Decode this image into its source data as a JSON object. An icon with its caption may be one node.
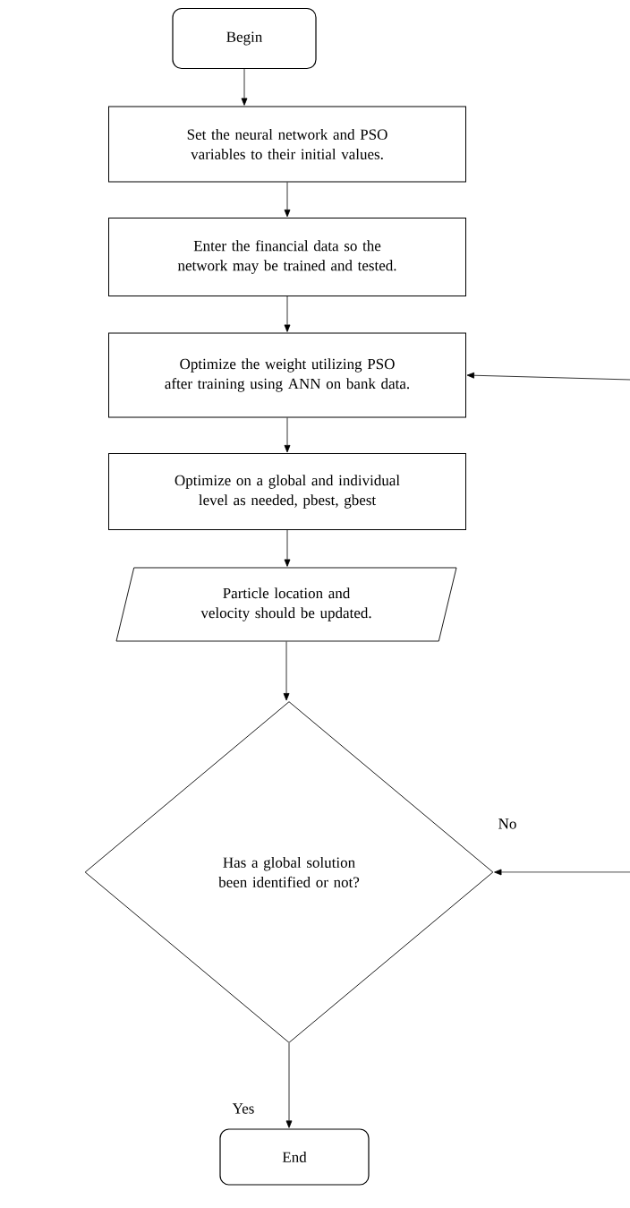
{
  "diagram": {
    "nodes": [
      {
        "text": [
          "Begin"
        ]
      },
      {
        "text": [
          "Set the neural network and PSO variables to their initial values."
        ]
      },
      {
        "text": [
          "Enter the financial data so the network may be trained and tested."
        ]
      },
      {
        "text": [
          "Optimize the weight utilizing PSO after training using ANN on bank data."
        ]
      },
      {
        "text": [
          "Optimize on a global and individual level as needed, pbest, gbest"
        ]
      },
      {
        "text": [
          "Particle location and velocity should be updated."
        ]
      },
      {
        "text": [
          "Has a global solution been identified or not?"
        ]
      },
      {
        "text": [
          "End"
        ]
      }
    ],
    "edges": [
      {
        "from": 0,
        "to": 1,
        "arrow": "to"
      },
      {
        "from": 1,
        "to": 2,
        "arrow": "to"
      },
      {
        "from": 2,
        "to": 3,
        "arrow": "to"
      },
      {
        "from": 3,
        "to": 4,
        "arrow": "to"
      },
      {
        "from": 4,
        "to": 5,
        "arrow": "to"
      },
      {
        "from": 5,
        "to": 6,
        "arrow": "to"
      },
      {
        "from": 6,
        "to": 7,
        "arrow": "to",
        "label": "Yes"
      },
      {
        "from": null,
        "to": 3,
        "arrow": "to"
      },
      {
        "from": null,
        "to": 6,
        "arrow": "to",
        "label": "No"
      }
    ]
  }
}
